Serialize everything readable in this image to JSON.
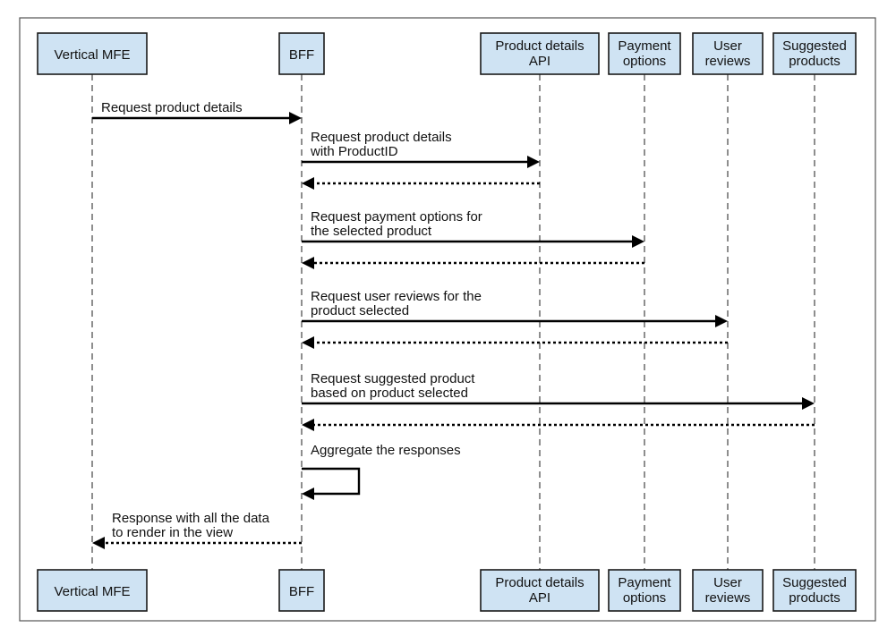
{
  "participants": [
    {
      "id": "mfe",
      "lines": [
        "Vertical MFE"
      ]
    },
    {
      "id": "bff",
      "lines": [
        "BFF"
      ]
    },
    {
      "id": "pd",
      "lines": [
        "Product details",
        "API"
      ]
    },
    {
      "id": "pay",
      "lines": [
        "Payment",
        "options"
      ]
    },
    {
      "id": "rev",
      "lines": [
        "User",
        "reviews"
      ]
    },
    {
      "id": "sug",
      "lines": [
        "Suggested",
        "products"
      ]
    }
  ],
  "messages": [
    {
      "from": "mfe",
      "to": "bff",
      "style": "solid",
      "lines": [
        "Request product details"
      ]
    },
    {
      "from": "bff",
      "to": "pd",
      "style": "solid",
      "lines": [
        "Request product details",
        "with ProductID"
      ]
    },
    {
      "from": "pd",
      "to": "bff",
      "style": "dotted",
      "lines": []
    },
    {
      "from": "bff",
      "to": "pay",
      "style": "solid",
      "lines": [
        "Request payment options for",
        "the selected product"
      ]
    },
    {
      "from": "pay",
      "to": "bff",
      "style": "dotted",
      "lines": []
    },
    {
      "from": "bff",
      "to": "rev",
      "style": "solid",
      "lines": [
        "Request user reviews for the",
        "product selected"
      ]
    },
    {
      "from": "rev",
      "to": "bff",
      "style": "dotted",
      "lines": []
    },
    {
      "from": "bff",
      "to": "sug",
      "style": "solid",
      "lines": [
        "Request suggested product",
        "based on product selected"
      ]
    },
    {
      "from": "sug",
      "to": "bff",
      "style": "dotted",
      "lines": []
    },
    {
      "from": "bff",
      "to": "bff",
      "style": "solid",
      "self": true,
      "lines": [
        "Aggregate the responses"
      ]
    },
    {
      "from": "bff",
      "to": "mfe",
      "style": "dotted",
      "lines": [
        "Response with all the data",
        "to render in the view"
      ]
    }
  ]
}
